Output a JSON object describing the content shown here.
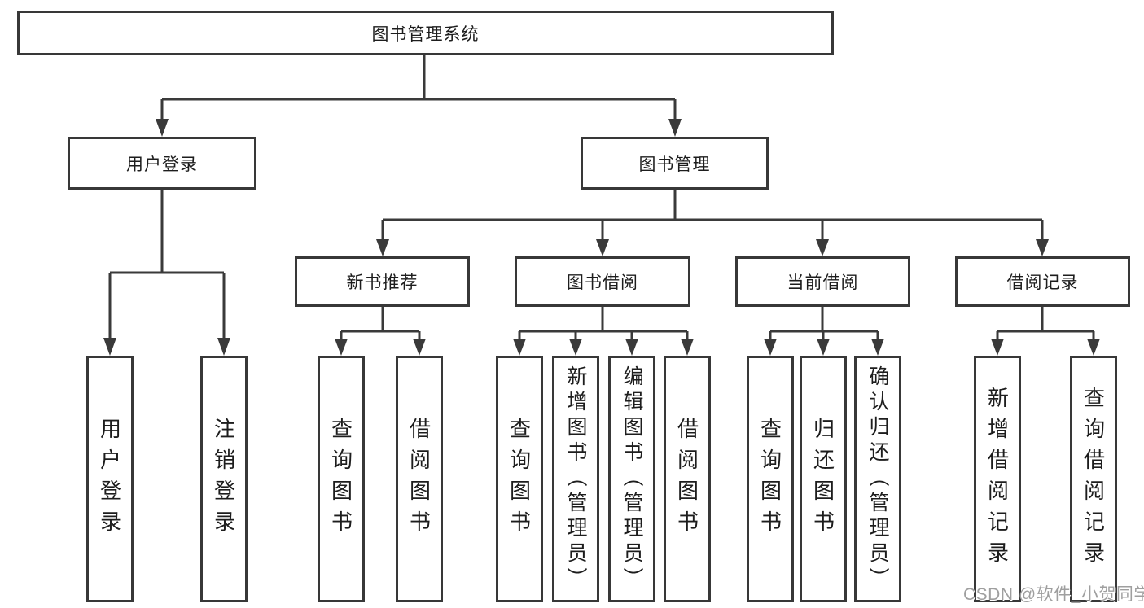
{
  "diagram": {
    "root": {
      "label": "图书管理系统"
    },
    "level2": [
      {
        "id": "user-login",
        "label": "用户登录",
        "parent": "图书管理系统"
      },
      {
        "id": "book-management",
        "label": "图书管理",
        "parent": "图书管理系统"
      }
    ],
    "level3": [
      {
        "id": "new-book-recommend",
        "label": "新书推荐",
        "parent": "图书管理"
      },
      {
        "id": "book-borrowing",
        "label": "图书借阅",
        "parent": "图书管理"
      },
      {
        "id": "current-borrowing",
        "label": "当前借阅",
        "parent": "图书管理"
      },
      {
        "id": "borrowing-records",
        "label": "借阅记录",
        "parent": "图书管理"
      }
    ],
    "leaves": [
      {
        "label": "用户登录",
        "parent": "用户登录"
      },
      {
        "label": "注销登录",
        "parent": "用户登录"
      },
      {
        "label": "查询图书",
        "parent": "新书推荐"
      },
      {
        "label": "借阅图书",
        "parent": "新书推荐"
      },
      {
        "label": "查询图书",
        "parent": "图书借阅"
      },
      {
        "label": "新增图书（管理员）",
        "parent": "图书借阅"
      },
      {
        "label": "编辑图书（管理员）",
        "parent": "图书借阅"
      },
      {
        "label": "借阅图书",
        "parent": "图书借阅"
      },
      {
        "label": "查询图书",
        "parent": "当前借阅"
      },
      {
        "label": "归还图书",
        "parent": "当前借阅"
      },
      {
        "label": "确认归还（管理员）",
        "parent": "当前借阅"
      },
      {
        "label": "新增借阅记录",
        "parent": "借阅记录"
      },
      {
        "label": "查询借阅记录",
        "parent": "借阅记录"
      }
    ]
  },
  "watermark": {
    "text": "CSDN @软件_小贺同学",
    "color": "#9f9f9f"
  },
  "colors": {
    "line": "#3a3a3a",
    "border": "#383838",
    "text": "#1d1d1d",
    "background": "#ffffff"
  }
}
